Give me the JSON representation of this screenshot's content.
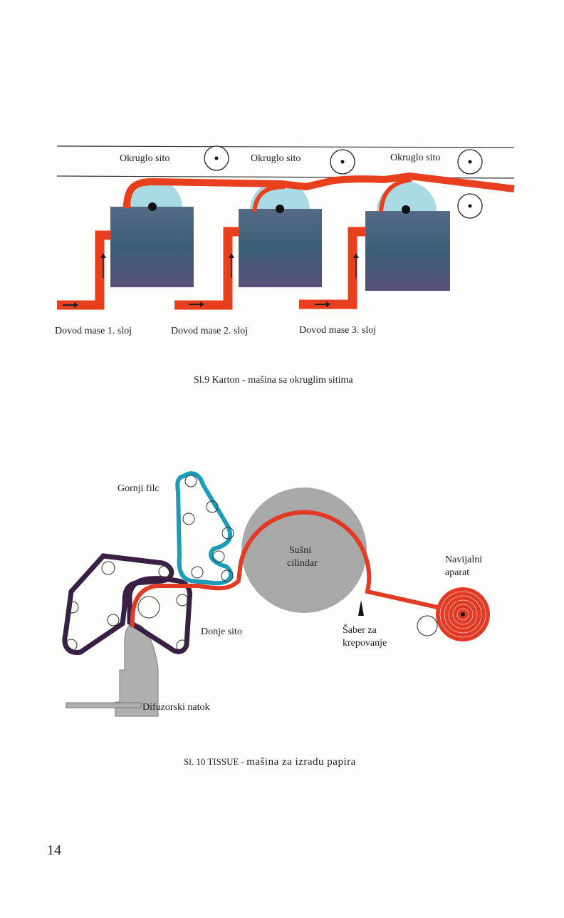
{
  "figure1": {
    "roller_labels": [
      "Okruglo sito",
      "Okruglo sito",
      "Okruglo sito"
    ],
    "feed_labels": [
      "Dovod mase 1. sloj",
      "Dovod mase 2. sloj",
      "Dovod mase 3. sloj"
    ],
    "caption": "Sl.9 Karton - mašina sa okruglim sitima"
  },
  "figure2": {
    "labels": {
      "upper_felt": "Gornji filc",
      "dryer_line1": "Sušni",
      "dryer_line2": "cilindar",
      "reel_line1": "Navijalni",
      "reel_line2": "aparat",
      "blade_line1": "Šaber za",
      "blade_line2": "krepovanje",
      "lower_wire": "Donje sito",
      "headbox": "Difuzorski natok"
    },
    "caption_prefix": "Sl. 10 TISSUE - ",
    "caption_rest": "mašina za izradu papira"
  },
  "page_number": "14",
  "colors": {
    "web": "#e8321e",
    "felt": "#1a9bb8",
    "wire": "#3a1f45",
    "cylinder": "#a8a8a8",
    "vat_top": "#5b5e80",
    "vat_bottom": "#2f5a6e",
    "drum": "#a9d9e3"
  }
}
